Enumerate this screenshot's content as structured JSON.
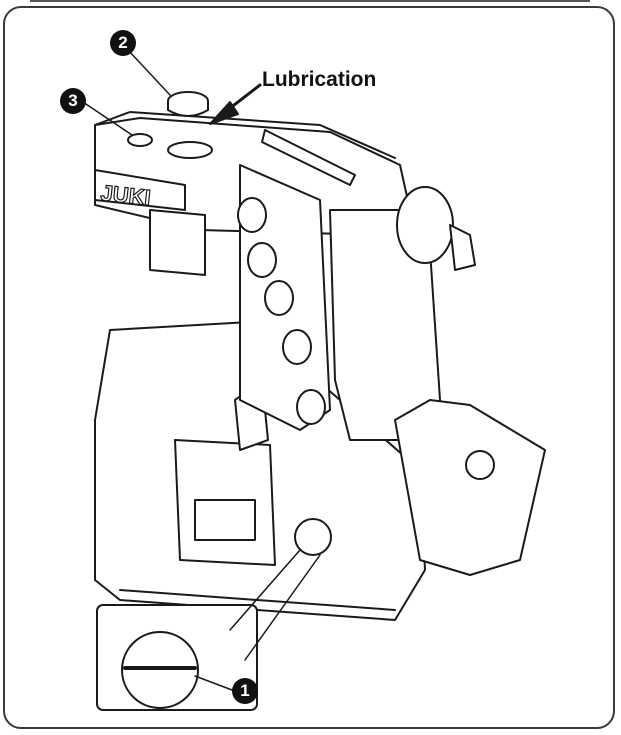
{
  "callouts": {
    "lubrication": "Lubrication",
    "n1": "1",
    "n2": "2",
    "n3": "3"
  },
  "machine": {
    "brand": "JUKI"
  },
  "colors": {
    "line": "#1a1a1a",
    "fill": "#ffffff",
    "frame": "#3a3a3a"
  }
}
